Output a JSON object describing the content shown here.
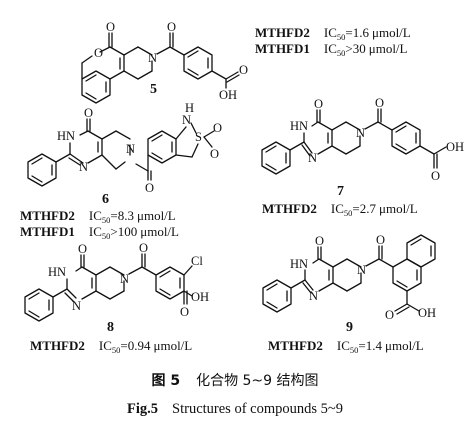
{
  "compounds": [
    {
      "number": "5",
      "smiles_label": "chromenone-fused tetrahydropyridine benzoic acid",
      "activities": [
        {
          "target": "MTHFD2",
          "ic50": "1.6",
          "op": "=",
          "unit": "μmol/L"
        },
        {
          "target": "MTHFD1",
          "ic50": "30",
          "op": ">",
          "unit": "μmol/L"
        }
      ]
    },
    {
      "number": "6",
      "smiles_label": "pyridopyrimidinone with sulfonyl bicycle",
      "activities": [
        {
          "target": "MTHFD2",
          "ic50": "8.3",
          "op": "=",
          "unit": "μmol/L"
        },
        {
          "target": "MTHFD1",
          "ic50": "100",
          "op": ">",
          "unit": "μmol/L"
        }
      ]
    },
    {
      "number": "7",
      "smiles_label": "pyridopyrimidinone benzoic acid",
      "activities": [
        {
          "target": "MTHFD2",
          "ic50": "2.7",
          "op": "=",
          "unit": "μmol/L"
        }
      ]
    },
    {
      "number": "8",
      "smiles_label": "pyridopyrimidinone chlorobenzoic acid",
      "activities": [
        {
          "target": "MTHFD2",
          "ic50": "0.94",
          "op": "=",
          "unit": "μmol/L"
        }
      ]
    },
    {
      "number": "9",
      "smiles_label": "pyridopyrimidinone naphthoic acid",
      "activities": [
        {
          "target": "MTHFD2",
          "ic50": "1.4",
          "op": "=",
          "unit": "μmol/L"
        }
      ]
    }
  ],
  "atom_labels": {
    "O": "O",
    "N": "N",
    "HN": "HN",
    "OH": "OH",
    "Cl": "Cl",
    "H": "H",
    "S": "S"
  },
  "ic50_prefix": "IC",
  "ic50_sub": "50",
  "caption": {
    "cn_label": "图 5",
    "cn_text": "化合物 5~9 结构图",
    "en_label": "Fig.5",
    "en_text": "Structures of compounds 5~9"
  }
}
